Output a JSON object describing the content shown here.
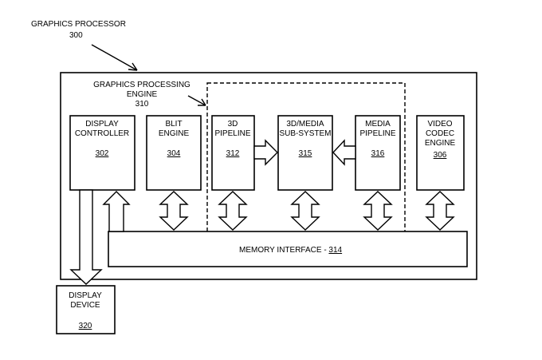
{
  "processor": {
    "label": "GRAPHICS PROCESSOR",
    "number": "300"
  },
  "engine": {
    "label_line1": "GRAPHICS PROCESSING",
    "label_line2": "ENGINE",
    "number": "310"
  },
  "display_controller": {
    "line1": "DISPLAY",
    "line2": "CONTROLLER",
    "number": "302"
  },
  "blit_engine": {
    "line1": "BLIT",
    "line2": "ENGINE",
    "number": "304"
  },
  "pipeline_3d": {
    "line1": "3D",
    "line2": "PIPELINE",
    "number": "312"
  },
  "subsystem": {
    "line1": "3D/MEDIA",
    "line2": "SUB-SYSTEM",
    "number": "315"
  },
  "media_pipeline": {
    "line1": "MEDIA",
    "line2": "PIPELINE",
    "number": "316"
  },
  "video_codec": {
    "line1": "VIDEO",
    "line2": "CODEC",
    "line3": "ENGINE",
    "number": "306"
  },
  "memory_interface": {
    "label": "MEMORY INTERFACE - ",
    "number": "314"
  },
  "display_device": {
    "line1": "DISPLAY",
    "line2": "DEVICE",
    "number": "320"
  }
}
